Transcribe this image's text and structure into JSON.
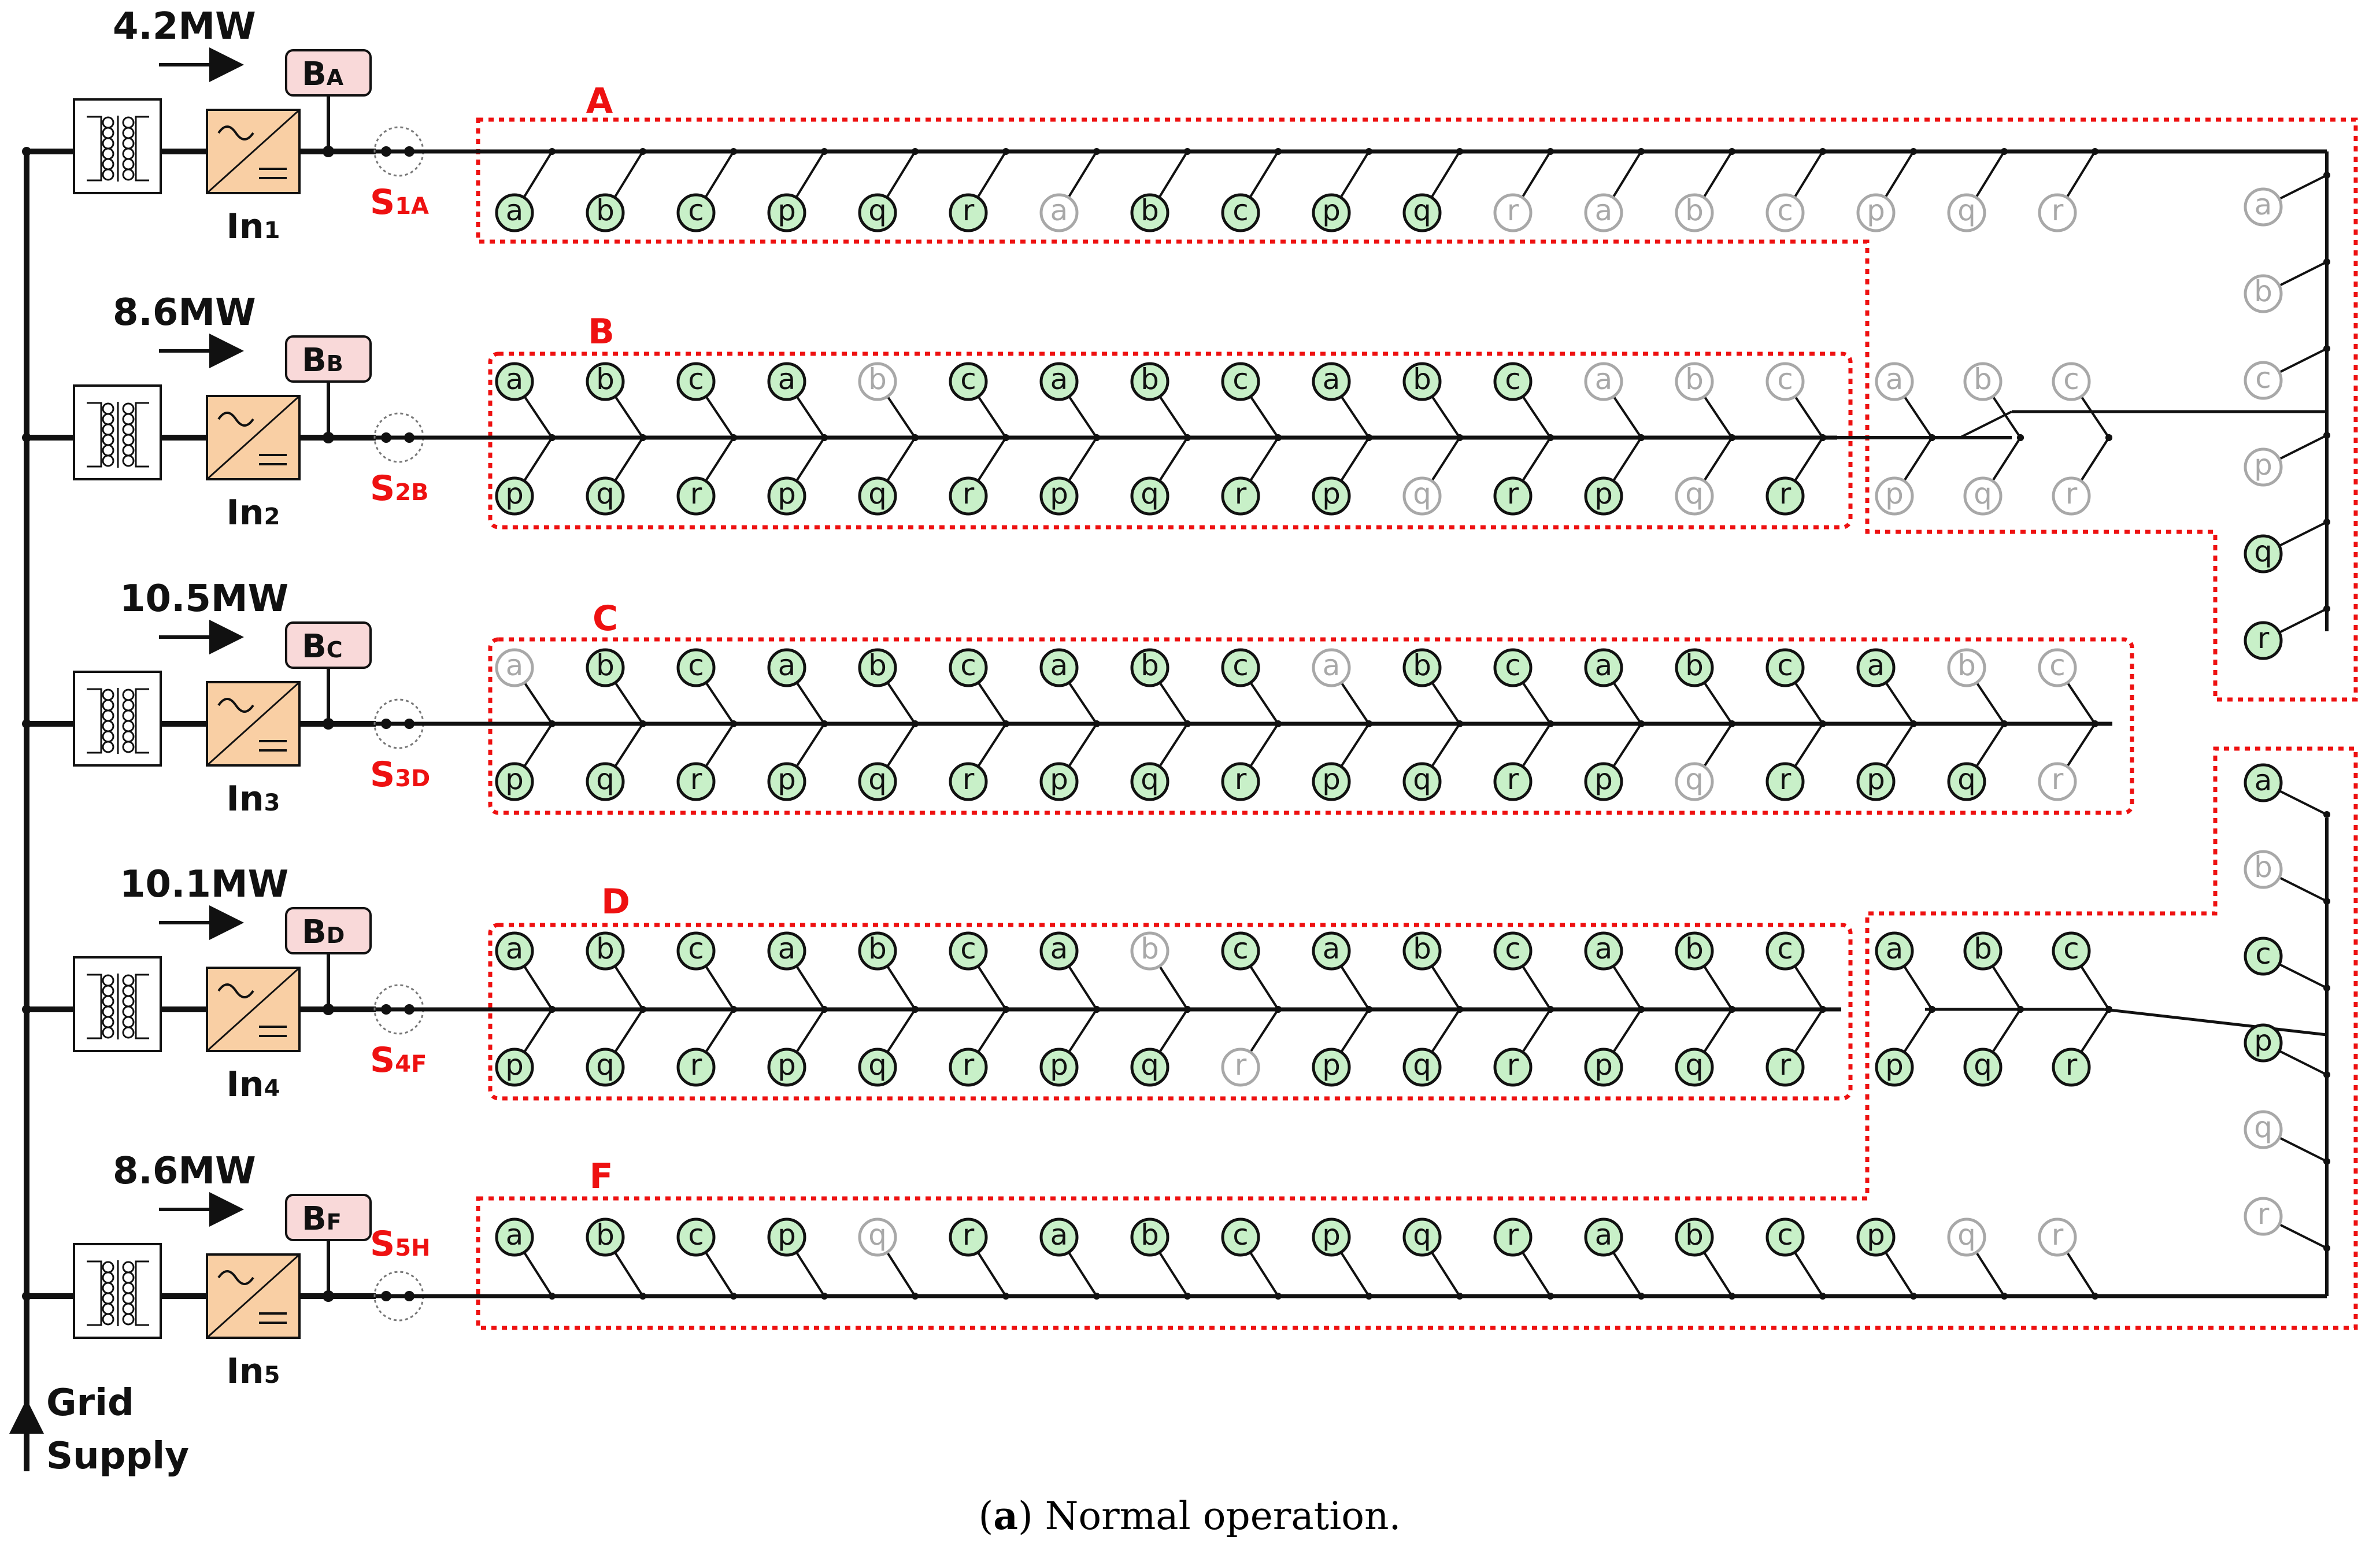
{
  "colors": {
    "node_on_fill": "#c8f0c8",
    "node_on_stroke": "#111111",
    "node_off_fill": "#ffffff",
    "node_off_stroke": "#a8a8a8",
    "node_off_text": "#a8a8a8",
    "inverter_fill": "#f9cfa4",
    "battery_fill": "#f9d9d9",
    "label_red": "#ee1111",
    "zone_border": "#ee1111",
    "line": "#111111"
  },
  "grid_label": [
    "Grid",
    "Supply"
  ],
  "caption": {
    "letter": "a",
    "text": " Normal operation."
  },
  "feeders": [
    {
      "power": "4.2MW",
      "battery": {
        "main": "B",
        "sub": "A"
      },
      "inverter": {
        "main": "In",
        "sub": "1"
      },
      "switch": {
        "main": "S",
        "sub": "1A"
      }
    },
    {
      "power": "8.6MW",
      "battery": {
        "main": "B",
        "sub": "B"
      },
      "inverter": {
        "main": "In",
        "sub": "2"
      },
      "switch": {
        "main": "S",
        "sub": "2B"
      }
    },
    {
      "power": "10.5MW",
      "battery": {
        "main": "B",
        "sub": "C"
      },
      "inverter": {
        "main": "In",
        "sub": "3"
      },
      "switch": {
        "main": "S",
        "sub": "3D"
      }
    },
    {
      "power": "10.1MW",
      "battery": {
        "main": "B",
        "sub": "D"
      },
      "inverter": {
        "main": "In",
        "sub": "4"
      },
      "switch": {
        "main": "S",
        "sub": "4F"
      }
    },
    {
      "power": "8.6MW",
      "battery": {
        "main": "B",
        "sub": "F"
      },
      "inverter": {
        "main": "In",
        "sub": "5"
      },
      "switch": {
        "main": "S",
        "sub": "5H"
      }
    }
  ],
  "zones": [
    {
      "label": "A"
    },
    {
      "label": "B"
    },
    {
      "label": "C"
    },
    {
      "label": "D"
    },
    {
      "label": "F"
    }
  ],
  "loads": {
    "A_row": [
      {
        "l": "a",
        "on": true
      },
      {
        "l": "b",
        "on": true
      },
      {
        "l": "c",
        "on": true
      },
      {
        "l": "p",
        "on": true
      },
      {
        "l": "q",
        "on": true
      },
      {
        "l": "r",
        "on": true
      },
      {
        "l": "a",
        "on": false
      },
      {
        "l": "b",
        "on": true
      },
      {
        "l": "c",
        "on": true
      },
      {
        "l": "p",
        "on": true
      },
      {
        "l": "q",
        "on": true
      },
      {
        "l": "r",
        "on": false
      },
      {
        "l": "a",
        "on": false
      },
      {
        "l": "b",
        "on": false
      },
      {
        "l": "c",
        "on": false
      },
      {
        "l": "p",
        "on": false
      },
      {
        "l": "q",
        "on": false
      },
      {
        "l": "r",
        "on": false
      }
    ],
    "A_col": [
      {
        "l": "a",
        "on": false
      },
      {
        "l": "b",
        "on": false
      },
      {
        "l": "c",
        "on": false
      },
      {
        "l": "p",
        "on": false
      },
      {
        "l": "q",
        "on": true
      },
      {
        "l": "r",
        "on": true
      }
    ],
    "B_top": [
      {
        "l": "a",
        "on": true
      },
      {
        "l": "b",
        "on": true
      },
      {
        "l": "c",
        "on": true
      },
      {
        "l": "a",
        "on": true
      },
      {
        "l": "b",
        "on": false
      },
      {
        "l": "c",
        "on": true
      },
      {
        "l": "a",
        "on": true
      },
      {
        "l": "b",
        "on": true
      },
      {
        "l": "c",
        "on": true
      },
      {
        "l": "a",
        "on": true
      },
      {
        "l": "b",
        "on": true
      },
      {
        "l": "c",
        "on": true
      },
      {
        "l": "a",
        "on": false
      },
      {
        "l": "b",
        "on": false
      },
      {
        "l": "c",
        "on": false
      }
    ],
    "B_bot": [
      {
        "l": "p",
        "on": true
      },
      {
        "l": "q",
        "on": true
      },
      {
        "l": "r",
        "on": true
      },
      {
        "l": "p",
        "on": true
      },
      {
        "l": "q",
        "on": true
      },
      {
        "l": "r",
        "on": true
      },
      {
        "l": "p",
        "on": true
      },
      {
        "l": "q",
        "on": true
      },
      {
        "l": "r",
        "on": true
      },
      {
        "l": "p",
        "on": true
      },
      {
        "l": "q",
        "on": false
      },
      {
        "l": "r",
        "on": true
      },
      {
        "l": "p",
        "on": true
      },
      {
        "l": "q",
        "on": false
      },
      {
        "l": "r",
        "on": true
      }
    ],
    "A_branch_top": [
      {
        "l": "a",
        "on": false
      },
      {
        "l": "b",
        "on": false
      },
      {
        "l": "c",
        "on": false
      }
    ],
    "A_branch_bot": [
      {
        "l": "p",
        "on": false
      },
      {
        "l": "q",
        "on": false
      },
      {
        "l": "r",
        "on": false
      }
    ],
    "C_top": [
      {
        "l": "a",
        "on": false
      },
      {
        "l": "b",
        "on": true
      },
      {
        "l": "c",
        "on": true
      },
      {
        "l": "a",
        "on": true
      },
      {
        "l": "b",
        "on": true
      },
      {
        "l": "c",
        "on": true
      },
      {
        "l": "a",
        "on": true
      },
      {
        "l": "b",
        "on": true
      },
      {
        "l": "c",
        "on": true
      },
      {
        "l": "a",
        "on": false
      },
      {
        "l": "b",
        "on": true
      },
      {
        "l": "c",
        "on": true
      },
      {
        "l": "a",
        "on": true
      },
      {
        "l": "b",
        "on": true
      },
      {
        "l": "c",
        "on": true
      },
      {
        "l": "a",
        "on": true
      },
      {
        "l": "b",
        "on": false
      },
      {
        "l": "c",
        "on": false
      }
    ],
    "C_bot": [
      {
        "l": "p",
        "on": true
      },
      {
        "l": "q",
        "on": true
      },
      {
        "l": "r",
        "on": true
      },
      {
        "l": "p",
        "on": true
      },
      {
        "l": "q",
        "on": true
      },
      {
        "l": "r",
        "on": true
      },
      {
        "l": "p",
        "on": true
      },
      {
        "l": "q",
        "on": true
      },
      {
        "l": "r",
        "on": true
      },
      {
        "l": "p",
        "on": true
      },
      {
        "l": "q",
        "on": true
      },
      {
        "l": "r",
        "on": true
      },
      {
        "l": "p",
        "on": true
      },
      {
        "l": "q",
        "on": false
      },
      {
        "l": "r",
        "on": true
      },
      {
        "l": "p",
        "on": true
      },
      {
        "l": "q",
        "on": true
      },
      {
        "l": "r",
        "on": false
      }
    ],
    "D_top": [
      {
        "l": "a",
        "on": true
      },
      {
        "l": "b",
        "on": true
      },
      {
        "l": "c",
        "on": true
      },
      {
        "l": "a",
        "on": true
      },
      {
        "l": "b",
        "on": true
      },
      {
        "l": "c",
        "on": true
      },
      {
        "l": "a",
        "on": true
      },
      {
        "l": "b",
        "on": false
      },
      {
        "l": "c",
        "on": true
      },
      {
        "l": "a",
        "on": true
      },
      {
        "l": "b",
        "on": true
      },
      {
        "l": "c",
        "on": true
      },
      {
        "l": "a",
        "on": true
      },
      {
        "l": "b",
        "on": true
      },
      {
        "l": "c",
        "on": true
      }
    ],
    "D_bot": [
      {
        "l": "p",
        "on": true
      },
      {
        "l": "q",
        "on": true
      },
      {
        "l": "r",
        "on": true
      },
      {
        "l": "p",
        "on": true
      },
      {
        "l": "q",
        "on": true
      },
      {
        "l": "r",
        "on": true
      },
      {
        "l": "p",
        "on": true
      },
      {
        "l": "q",
        "on": true
      },
      {
        "l": "r",
        "on": false
      },
      {
        "l": "p",
        "on": true
      },
      {
        "l": "q",
        "on": true
      },
      {
        "l": "r",
        "on": true
      },
      {
        "l": "p",
        "on": true
      },
      {
        "l": "q",
        "on": true
      },
      {
        "l": "r",
        "on": true
      }
    ],
    "F_branch_top": [
      {
        "l": "a",
        "on": true
      },
      {
        "l": "b",
        "on": true
      },
      {
        "l": "c",
        "on": true
      }
    ],
    "F_branch_bot": [
      {
        "l": "p",
        "on": true
      },
      {
        "l": "q",
        "on": true
      },
      {
        "l": "r",
        "on": true
      }
    ],
    "F_col": [
      {
        "l": "a",
        "on": true
      },
      {
        "l": "b",
        "on": false
      },
      {
        "l": "c",
        "on": true
      },
      {
        "l": "p",
        "on": true
      },
      {
        "l": "q",
        "on": false
      },
      {
        "l": "r",
        "on": false
      }
    ],
    "F_row": [
      {
        "l": "a",
        "on": true
      },
      {
        "l": "b",
        "on": true
      },
      {
        "l": "c",
        "on": true
      },
      {
        "l": "p",
        "on": true
      },
      {
        "l": "q",
        "on": false
      },
      {
        "l": "r",
        "on": true
      },
      {
        "l": "a",
        "on": true
      },
      {
        "l": "b",
        "on": true
      },
      {
        "l": "c",
        "on": true
      },
      {
        "l": "p",
        "on": true
      },
      {
        "l": "q",
        "on": true
      },
      {
        "l": "r",
        "on": true
      },
      {
        "l": "a",
        "on": true
      },
      {
        "l": "b",
        "on": true
      },
      {
        "l": "c",
        "on": true
      },
      {
        "l": "p",
        "on": true
      },
      {
        "l": "q",
        "on": false
      },
      {
        "l": "r",
        "on": false
      }
    ]
  }
}
